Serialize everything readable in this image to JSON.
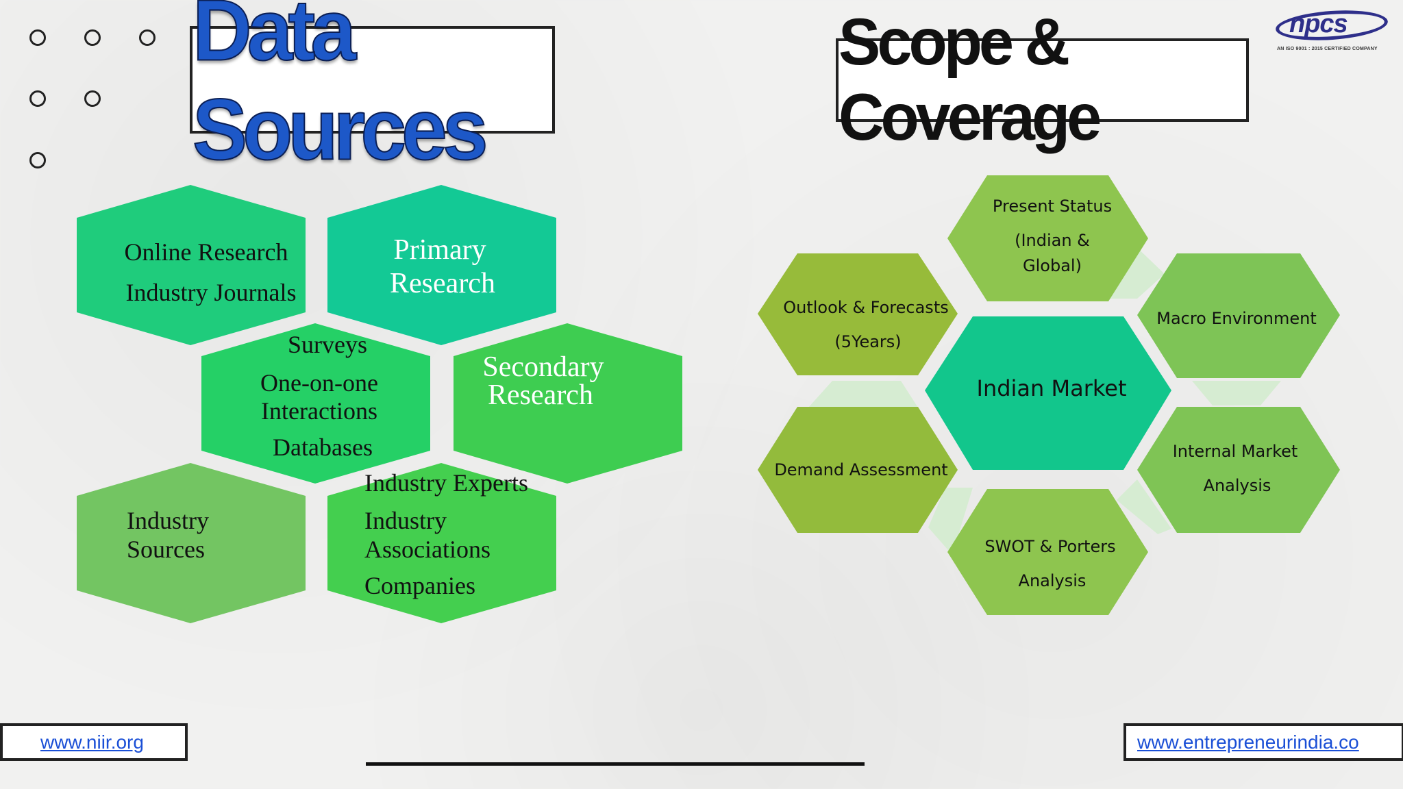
{
  "left_title": "Data Sources",
  "right_title": "Scope & Coverage",
  "logo": {
    "text": "npcs",
    "subtitle": "AN ISO 9001 : 2015 CERTIFIED COMPANY"
  },
  "data_sources": {
    "online_research": [
      "Online Research",
      "Industry Journals"
    ],
    "primary_research": [
      "Primary",
      "Research"
    ],
    "surveys": [
      "Surveys",
      "One-on-one",
      "Interactions",
      "Databases"
    ],
    "secondary_research": [
      "Secondary",
      "Research"
    ],
    "industry_sources": [
      "Industry",
      "Sources"
    ],
    "industry_experts": [
      "Industry Experts",
      "Industry",
      "Associations",
      "Companies"
    ]
  },
  "scope": {
    "center": "Indian Market",
    "present_status": [
      "Present Status",
      "(Indian &",
      "Global)"
    ],
    "outlook": [
      "Outlook & Forecasts",
      "(5Years)"
    ],
    "macro": [
      "Macro Environment"
    ],
    "demand": [
      "Demand Assessment"
    ],
    "internal": [
      "Internal Market",
      "Analysis"
    ],
    "swot": [
      "SWOT & Porters",
      "Analysis"
    ]
  },
  "footer": {
    "left_link": "www.niir.org",
    "right_link": "www.entrepreneurindia.co"
  },
  "colors": {
    "teal": "#12c896",
    "green_mid": "#1fd170",
    "green_bright": "#3ecf52",
    "green_soft": "#6ec15c",
    "olive": "#94bc3e",
    "olive_light": "#8ec54f",
    "connector": "#d6ecd2",
    "title_blue": "#1d58c8",
    "link_blue": "#1a4fd6"
  }
}
